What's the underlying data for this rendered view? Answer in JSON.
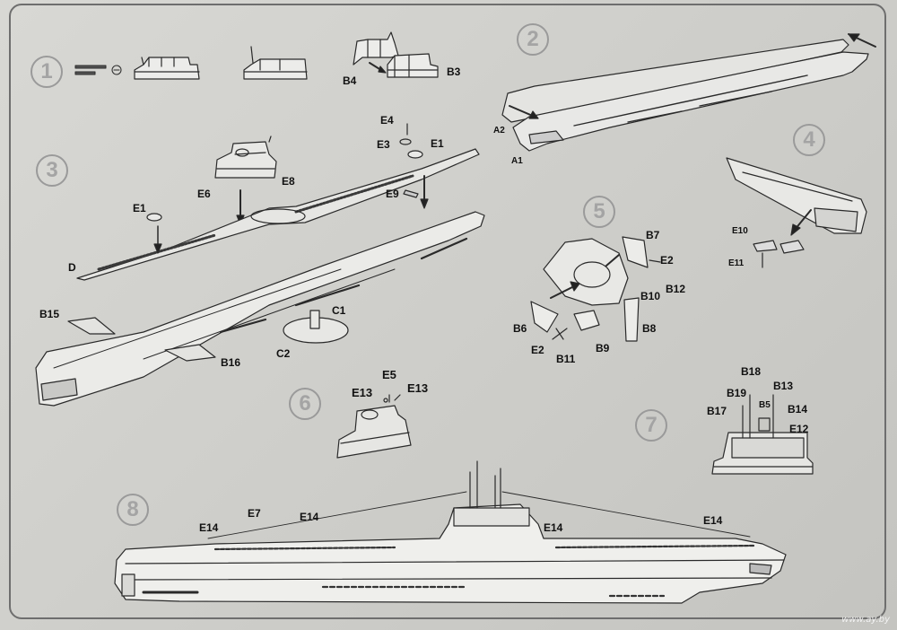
{
  "steps": [
    "1",
    "2",
    "3",
    "4",
    "5",
    "6",
    "7",
    "8"
  ],
  "labels": {
    "b4": "B4",
    "b3": "B3",
    "a2": "A2",
    "a1": "A1",
    "e4": "E4",
    "e3": "E3",
    "e1_top": "E1",
    "e6": "E6",
    "e8": "E8",
    "e9": "E9",
    "e1_left": "E1",
    "d": "D",
    "b15": "B15",
    "c1": "C1",
    "c2": "C2",
    "b16": "B16",
    "e10": "E10",
    "e11": "E11",
    "b7": "B7",
    "e2_top": "E2",
    "b12": "B12",
    "b10": "B10",
    "b8": "B8",
    "b6": "B6",
    "b9": "B9",
    "e2_bottom": "E2",
    "b11": "B11",
    "e5": "E5",
    "e13_left": "E13",
    "e13_right": "E13",
    "b18": "B18",
    "b19": "B19",
    "b13": "B13",
    "b5": "B5",
    "b17": "B17",
    "b14": "B14",
    "e12": "E12",
    "e7": "E7",
    "e14_1": "E14",
    "e14_2": "E14",
    "e14_3": "E14",
    "e14_4": "E14"
  },
  "watermark": "www.ay.by",
  "colors": {
    "paper": "#d3d3cf",
    "ink": "#222222",
    "step_outline": "#9a9a9a"
  }
}
